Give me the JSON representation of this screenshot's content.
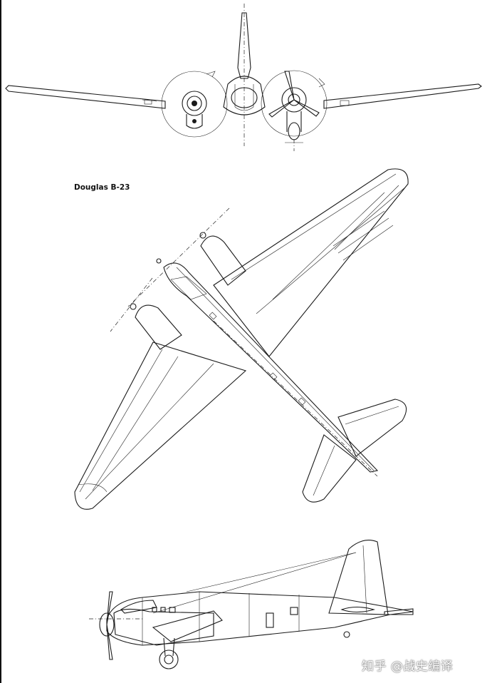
{
  "drawing": {
    "title": "Douglas B-23",
    "watermark": "知乎 @战史编译"
  },
  "views": [
    "front-view",
    "plan-view",
    "side-view"
  ]
}
